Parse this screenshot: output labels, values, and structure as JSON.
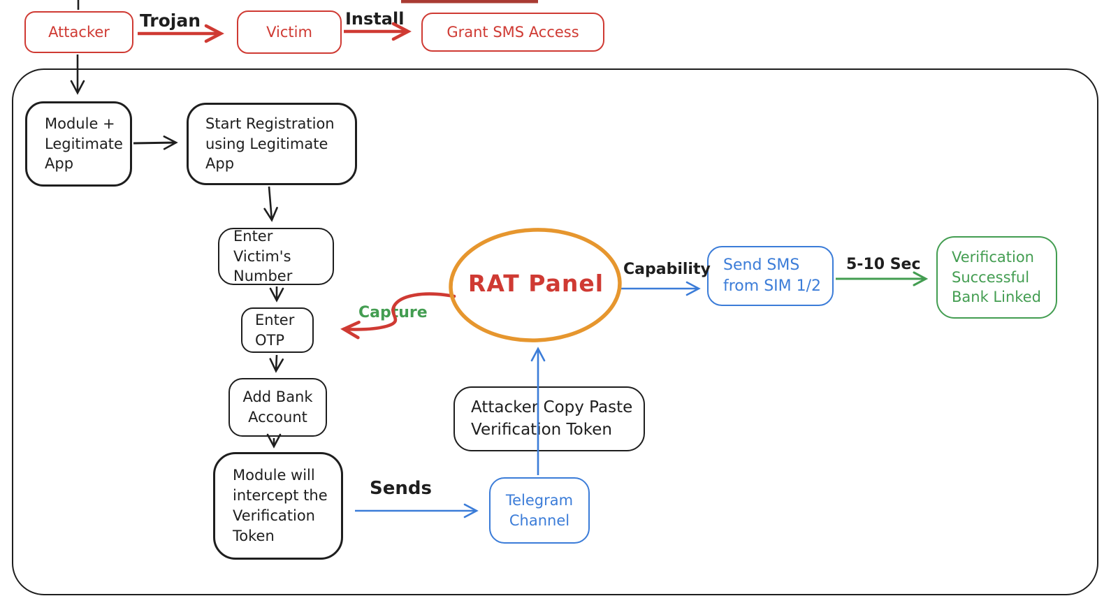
{
  "palette": {
    "red": "#cf3a33",
    "dark_red_cutoff": "#a93b33",
    "black": "#1e1e1e",
    "blue": "#3b7cd8",
    "green": "#439d51",
    "orange": "#e6962e",
    "background": "#ffffff"
  },
  "top_row": {
    "attacker": "Attacker",
    "trojan": "Trojan",
    "victim": "Victim",
    "install": "Install",
    "grant_sms": "Grant SMS Access"
  },
  "flow": {
    "module_app": "Module +\nLegitimate\nApp",
    "start_registration": "Start Registration\nusing Legitimate\nApp",
    "enter_number": "Enter Victim's\nNumber",
    "enter_otp": "Enter\nOTP",
    "add_bank": "Add Bank\nAccount",
    "module_intercept": "Module will\nintercept the\nVerification\nToken",
    "sends": "Sends",
    "telegram": "Telegram\nChannel",
    "attacker_copy": "Attacker Copy Paste\nVerification Token",
    "rat_panel": "RAT Panel",
    "capture": "Capture",
    "capability": "Capability",
    "send_sms": "Send SMS\nfrom SIM 1/2",
    "timing": "5-10 Sec",
    "verification": "Verification\nSuccessful\nBank Linked"
  }
}
